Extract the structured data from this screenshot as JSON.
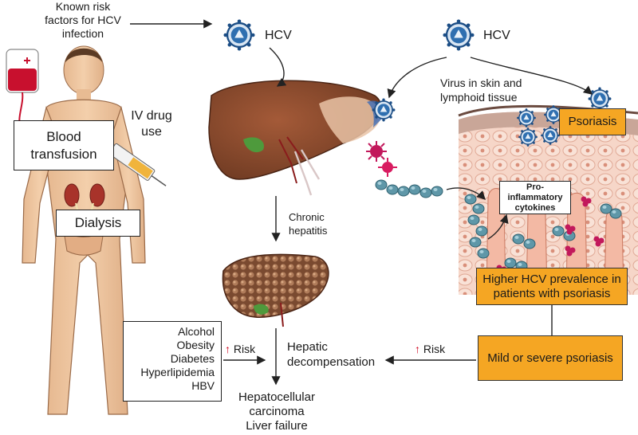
{
  "labels": {
    "risk_factors_title": "Known risk factors for HCV infection",
    "hcv_left": "HCV",
    "hcv_right": "HCV",
    "iv_drug_use": "IV drug use",
    "blood_transfusion": "Blood transfusion",
    "dialysis": "Dialysis",
    "virus_in_skin": "Virus in skin and lymphoid tissue",
    "psoriasis": "Psoriasis",
    "pro_inflammatory": "Pro-inflammatory cytokines",
    "chronic_hepatitis": "Chronic hepatitis",
    "higher_prevalence": "Higher HCV prevalence in patients with psoriasis",
    "mild_severe": "Mild or severe psoriasis",
    "risk_left": "Risk",
    "risk_right": "Risk",
    "hepatic_decompensation": "Hepatic decompensation",
    "outcome_1": "Hepatocellular",
    "outcome_2": "carcinoma",
    "outcome_3": "Liver failure",
    "comorbidity_1": "Alcohol",
    "comorbidity_2": "Obesity",
    "comorbidity_3": "Diabetes",
    "comorbidity_4": "Hyperlipidemia",
    "comorbidity_5": "HBV"
  },
  "icons": {
    "up_arrow": "↑"
  },
  "colors": {
    "orange_box": "#f5a623",
    "risk_arrow": "#d0021b",
    "liver": "#8b4a2b",
    "cirrhotic_liver": "#8a5a3c",
    "virus": "#2f6fb0",
    "cytokine": "#c2185b"
  }
}
